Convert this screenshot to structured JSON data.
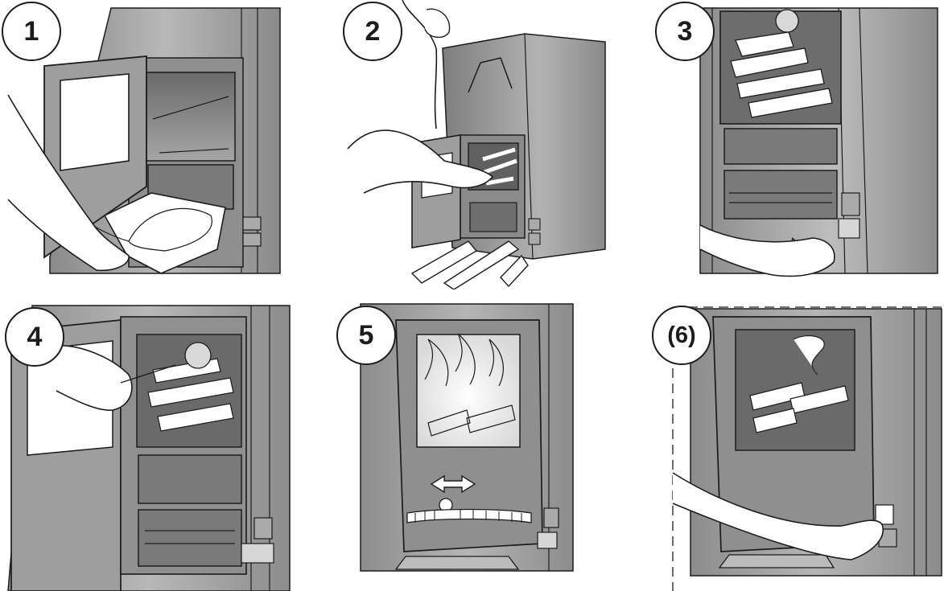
{
  "steps": [
    {
      "label": "1"
    },
    {
      "label": "2"
    },
    {
      "label": "3"
    },
    {
      "label": "4"
    },
    {
      "label": "5"
    },
    {
      "label": "(6)"
    }
  ],
  "colors": {
    "outline": "#1c1c1c",
    "stove_body": "#9a9a9a",
    "stove_dark": "#6e6e6e",
    "stove_light": "#c4c4c4",
    "chamber": "#7d7d7d",
    "glass": "#ffffff",
    "skin": "#ffffff"
  },
  "icons": [
    "stove-door-open",
    "kindling",
    "hand",
    "air-control-arrow",
    "flame"
  ]
}
